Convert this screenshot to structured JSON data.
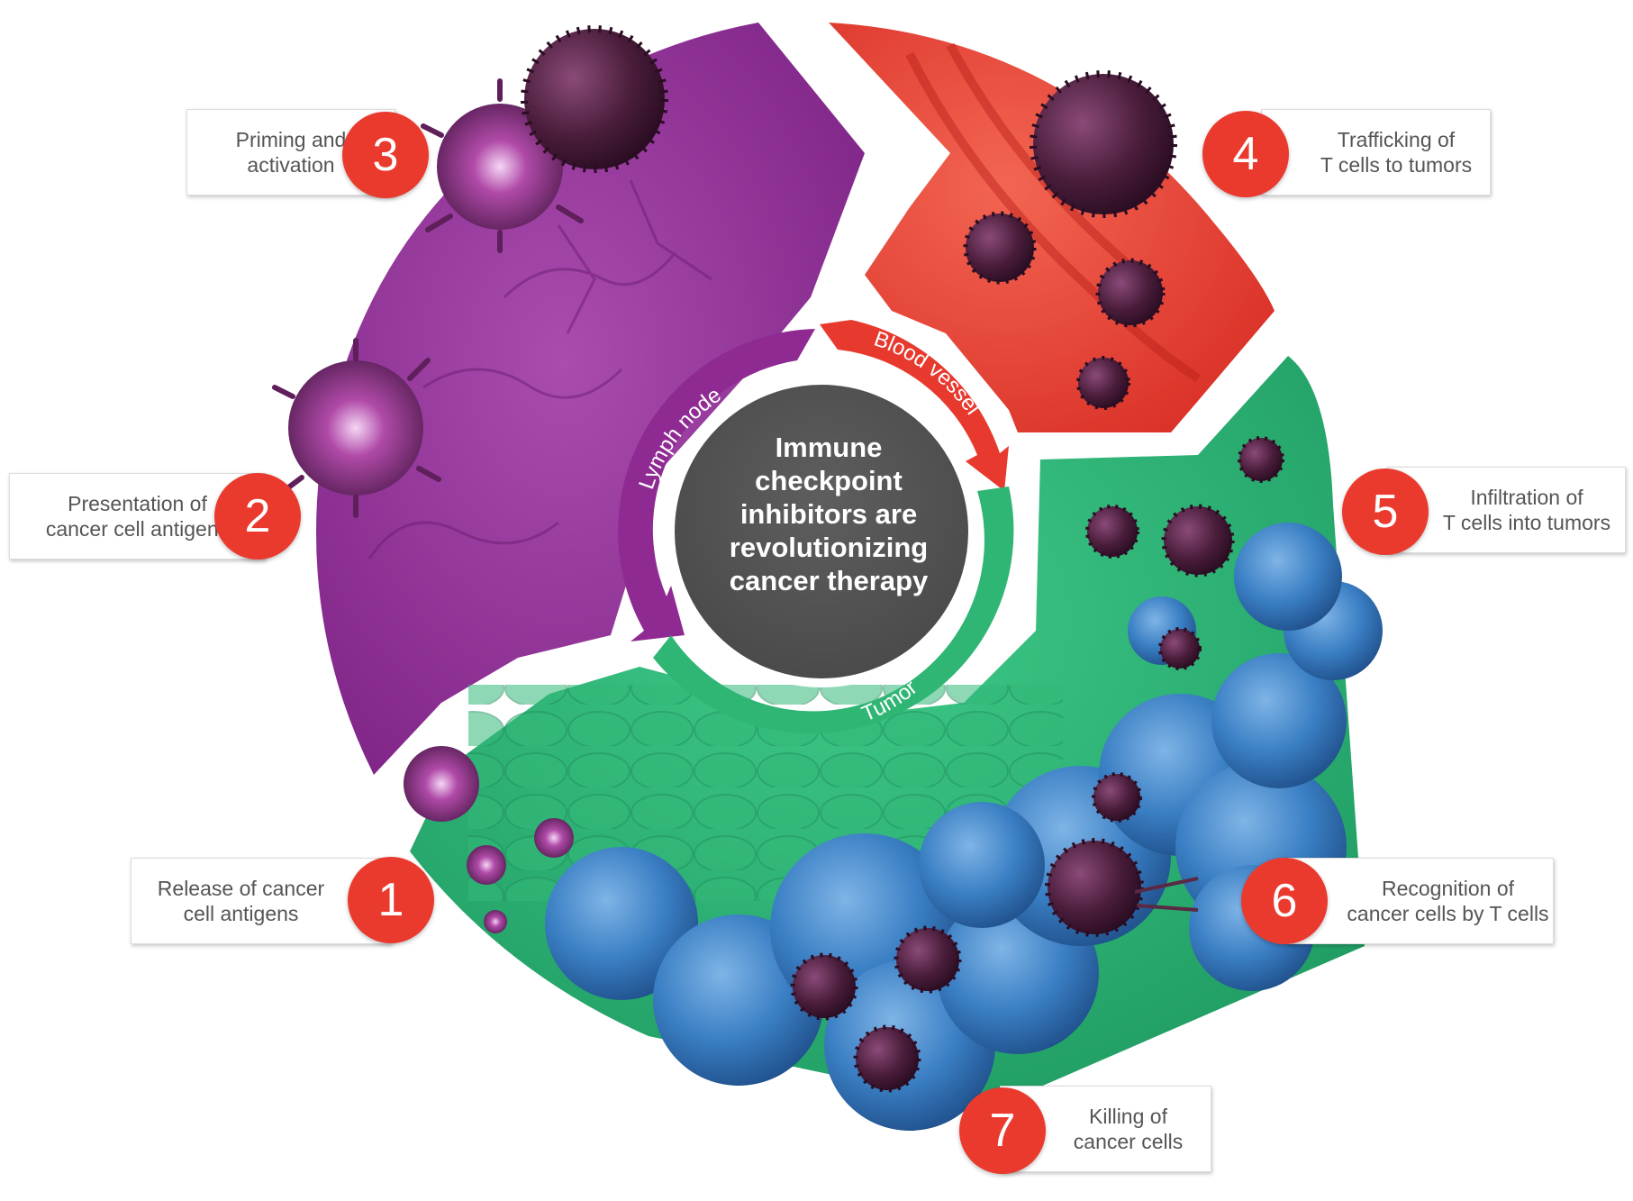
{
  "colors": {
    "lymph_node": "#8e2a92",
    "blood_vessel": "#e8392e",
    "tumor": "#2fb574",
    "center": "#555555",
    "badge": "#ea3a2e",
    "tcell": "#4a1d3b",
    "cancer_cell": "#3a7fc4"
  },
  "center_text": [
    "Immune",
    "checkpoint",
    "inhibitors are",
    "revolutionizing",
    "cancer therapy"
  ],
  "ring_labels": {
    "lymph_node": "Lymph node",
    "blood_vessel": "Blood vessel",
    "tumor": "Tumor"
  },
  "steps": [
    {
      "number": "1",
      "lines": [
        "Release of cancer",
        "cell antigens"
      ]
    },
    {
      "number": "2",
      "lines": [
        "Presentation of",
        "cancer cell antigens"
      ]
    },
    {
      "number": "3",
      "lines": [
        "Priming and",
        "activation"
      ]
    },
    {
      "number": "4",
      "lines": [
        "Trafficking of",
        "T cells to tumors"
      ]
    },
    {
      "number": "5",
      "lines": [
        "Infiltration of",
        "T cells into tumors"
      ]
    },
    {
      "number": "6",
      "lines": [
        "Recognition of",
        "cancer cells by T cells"
      ]
    },
    {
      "number": "7",
      "lines": [
        "Killing of",
        "cancer cells"
      ]
    }
  ]
}
